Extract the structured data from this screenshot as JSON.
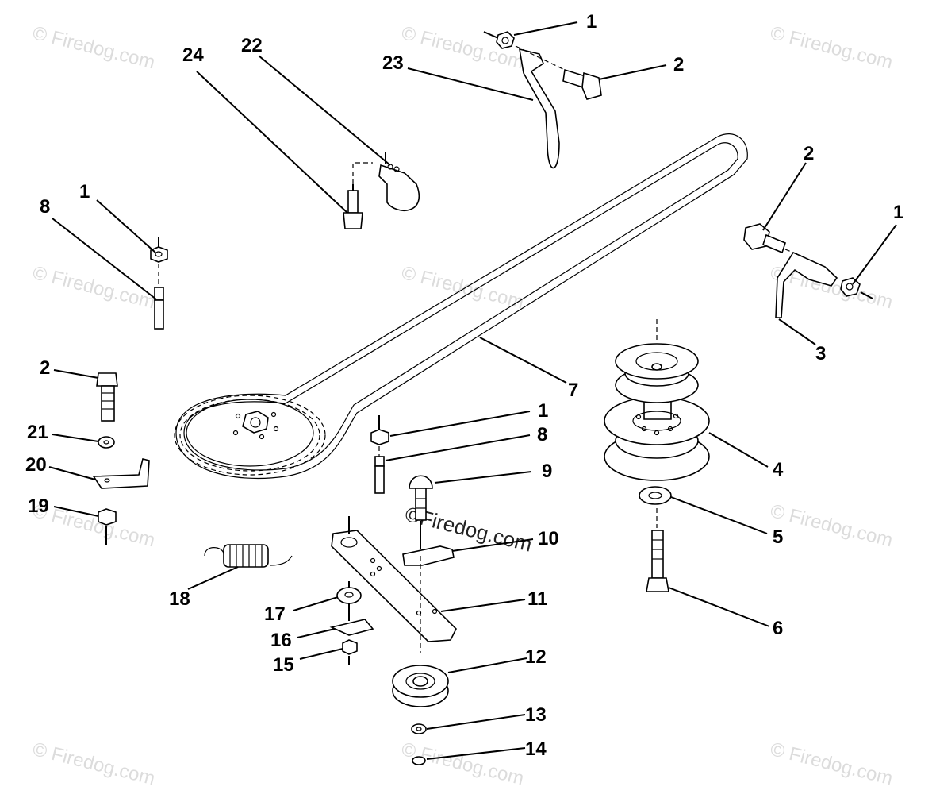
{
  "watermark": "© Firedog.com",
  "center_watermark": "©Firedog.com",
  "callouts": {
    "c1a": "1",
    "c2a": "2",
    "c23": "23",
    "c24": "24",
    "c22": "22",
    "c2b": "2",
    "c1b": "1",
    "c3": "3",
    "c1c": "1",
    "c8a": "8",
    "c7": "7",
    "c2c": "2",
    "c21": "21",
    "c20": "20",
    "c19": "19",
    "c1d": "1",
    "c8b": "8",
    "c9": "9",
    "c4": "4",
    "c5": "5",
    "c10": "10",
    "c6": "6",
    "c11": "11",
    "c18": "18",
    "c17": "17",
    "c16": "16",
    "c15": "15",
    "c12": "12",
    "c13": "13",
    "c14": "14"
  }
}
